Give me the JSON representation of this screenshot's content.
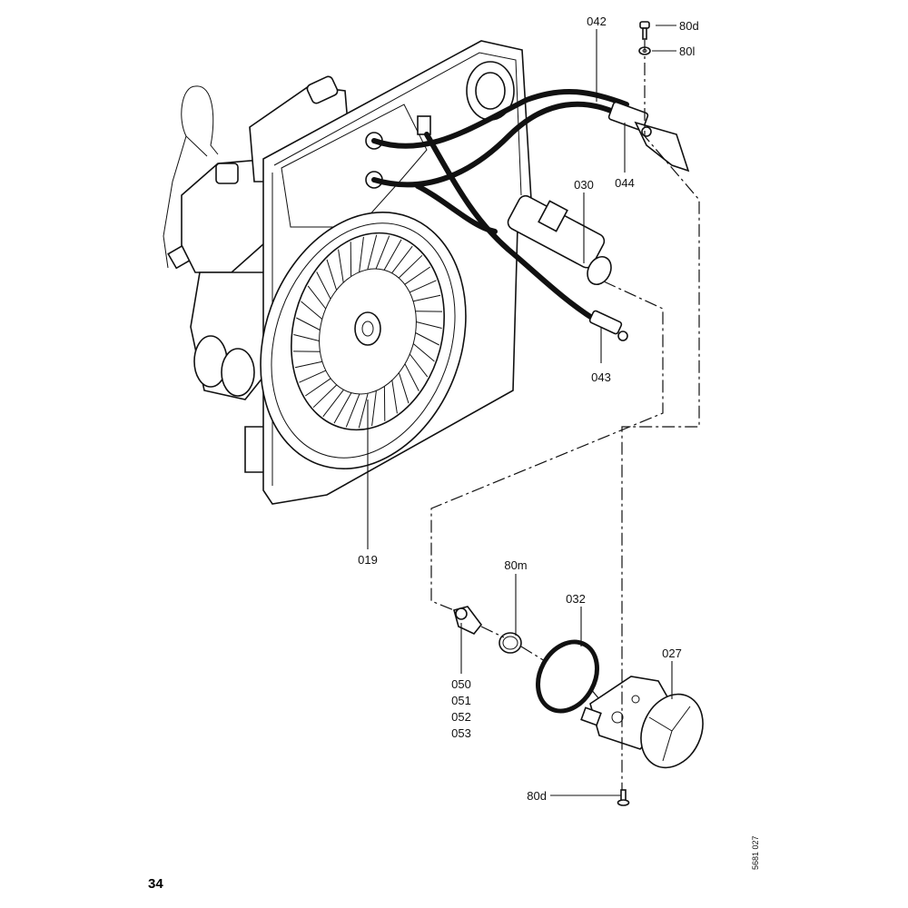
{
  "labels": {
    "p042": "042",
    "p80d_top": "80d",
    "p80l": "80l",
    "p044": "044",
    "p030": "030",
    "p043": "043",
    "p019": "019",
    "p80m": "80m",
    "p032": "032",
    "p027": "027",
    "p050": "050",
    "p051": "051",
    "p052": "052",
    "p053": "053",
    "p80d_bottom": "80d"
  },
  "page_number": "34",
  "drawing_ref": "5681 027"
}
